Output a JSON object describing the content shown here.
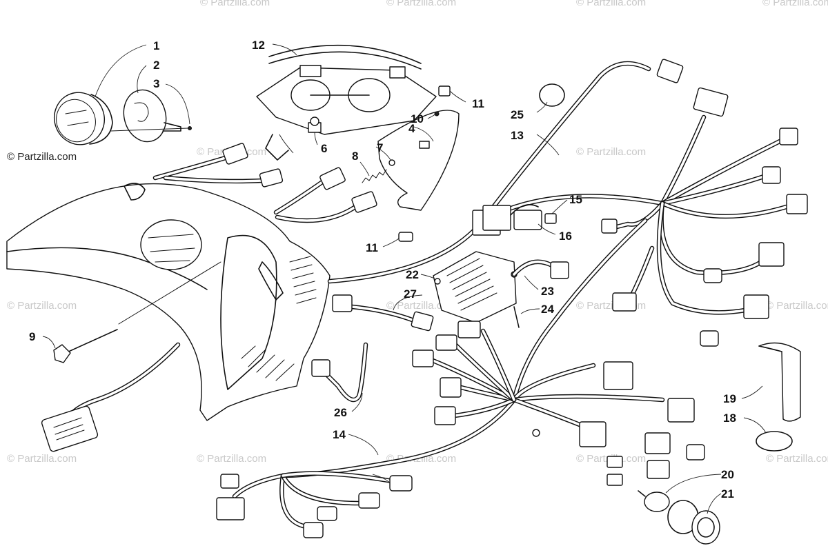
{
  "watermark": {
    "text": "© Partzilla.com",
    "primary_text": "© Partzilla.com"
  },
  "callouts": [
    {
      "id": "1",
      "label": "1"
    },
    {
      "id": "2",
      "label": "2"
    },
    {
      "id": "3",
      "label": "3"
    },
    {
      "id": "4",
      "label": "4"
    },
    {
      "id": "6",
      "label": "6"
    },
    {
      "id": "7",
      "label": "7"
    },
    {
      "id": "8",
      "label": "8"
    },
    {
      "id": "9",
      "label": "9"
    },
    {
      "id": "10",
      "label": "10"
    },
    {
      "id": "11a",
      "label": "11"
    },
    {
      "id": "11b",
      "label": "11"
    },
    {
      "id": "12",
      "label": "12"
    },
    {
      "id": "13",
      "label": "13"
    },
    {
      "id": "14",
      "label": "14"
    },
    {
      "id": "15",
      "label": "15"
    },
    {
      "id": "16",
      "label": "16"
    },
    {
      "id": "18",
      "label": "18"
    },
    {
      "id": "19",
      "label": "19"
    },
    {
      "id": "20",
      "label": "20"
    },
    {
      "id": "21",
      "label": "21"
    },
    {
      "id": "22",
      "label": "22"
    },
    {
      "id": "23",
      "label": "23"
    },
    {
      "id": "24",
      "label": "24"
    },
    {
      "id": "25",
      "label": "25"
    },
    {
      "id": "26",
      "label": "26"
    },
    {
      "id": "27",
      "label": "27"
    }
  ]
}
